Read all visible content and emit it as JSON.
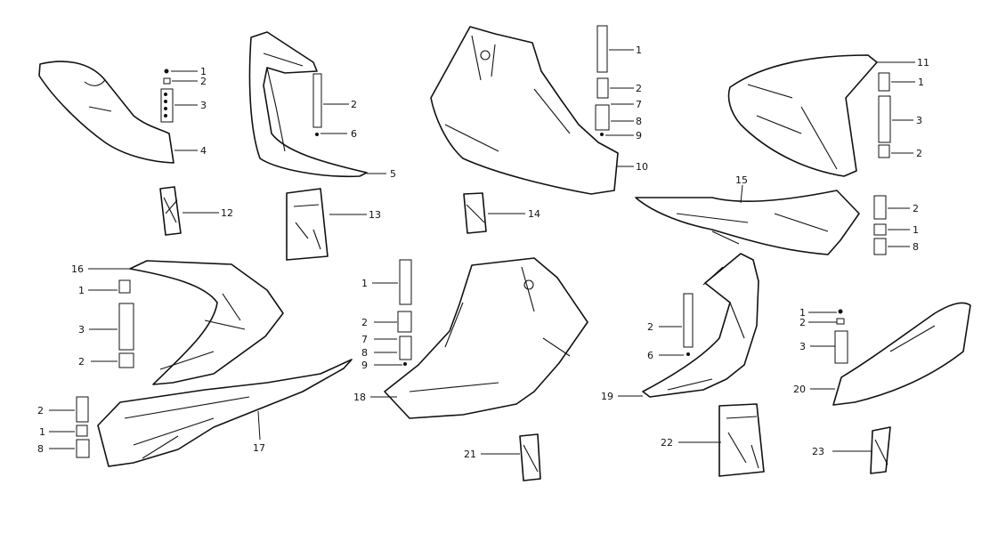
{
  "diagram": {
    "type": "exploded-parts-diagram",
    "line_color": "#111111",
    "background": "#ffffff",
    "callouts": [
      {
        "id": "c1",
        "text": "1"
      },
      {
        "id": "c2",
        "text": "2"
      },
      {
        "id": "c3",
        "text": "3"
      },
      {
        "id": "c4",
        "text": "4"
      },
      {
        "id": "c5",
        "text": "2"
      },
      {
        "id": "c6",
        "text": "6"
      },
      {
        "id": "c7",
        "text": "5"
      },
      {
        "id": "c8",
        "text": "12"
      },
      {
        "id": "c9",
        "text": "13"
      },
      {
        "id": "c10",
        "text": "1"
      },
      {
        "id": "c11",
        "text": "2"
      },
      {
        "id": "c12",
        "text": "7"
      },
      {
        "id": "c13",
        "text": "8"
      },
      {
        "id": "c14",
        "text": "9"
      },
      {
        "id": "c15",
        "text": "10"
      },
      {
        "id": "c16",
        "text": "14"
      },
      {
        "id": "c17",
        "text": "11"
      },
      {
        "id": "c18",
        "text": "1"
      },
      {
        "id": "c19",
        "text": "3"
      },
      {
        "id": "c20",
        "text": "2"
      },
      {
        "id": "c21",
        "text": "15"
      },
      {
        "id": "c22",
        "text": "2"
      },
      {
        "id": "c23",
        "text": "1"
      },
      {
        "id": "c24",
        "text": "8"
      },
      {
        "id": "c25",
        "text": "16"
      },
      {
        "id": "c26",
        "text": "1"
      },
      {
        "id": "c27",
        "text": "3"
      },
      {
        "id": "c28",
        "text": "2"
      },
      {
        "id": "c29",
        "text": "2"
      },
      {
        "id": "c30",
        "text": "1"
      },
      {
        "id": "c31",
        "text": "8"
      },
      {
        "id": "c32",
        "text": "17"
      },
      {
        "id": "c33",
        "text": "1"
      },
      {
        "id": "c34",
        "text": "2"
      },
      {
        "id": "c35",
        "text": "7"
      },
      {
        "id": "c36",
        "text": "8"
      },
      {
        "id": "c37",
        "text": "9"
      },
      {
        "id": "c38",
        "text": "18"
      },
      {
        "id": "c39",
        "text": "21"
      },
      {
        "id": "c40",
        "text": "2"
      },
      {
        "id": "c41",
        "text": "6"
      },
      {
        "id": "c42",
        "text": "19"
      },
      {
        "id": "c43",
        "text": "22"
      },
      {
        "id": "c44",
        "text": "1"
      },
      {
        "id": "c45",
        "text": "2"
      },
      {
        "id": "c46",
        "text": "3"
      },
      {
        "id": "c47",
        "text": "20"
      },
      {
        "id": "c48",
        "text": "23"
      }
    ]
  }
}
